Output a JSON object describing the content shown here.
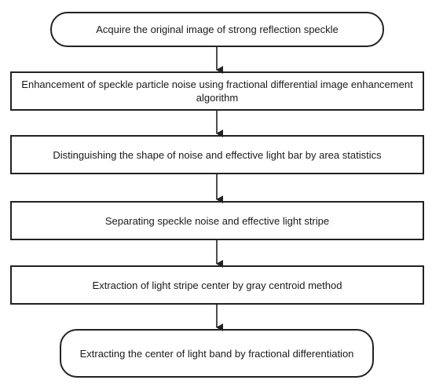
{
  "flowchart": {
    "steps": [
      "Acquire the original image of strong reflection speckle",
      "Enhancement of speckle particle noise using fractional differential image enhancement algorithm",
      "Distinguishing the shape of noise and effective light bar by area statistics",
      "Separating speckle noise and effective light stripe",
      "Extraction of light stripe center by gray centroid method",
      "Extracting the center of light band by fractional differentiation"
    ]
  },
  "colors": {
    "border": "#222222",
    "arrow": "#222222",
    "background": "#ffffff"
  }
}
